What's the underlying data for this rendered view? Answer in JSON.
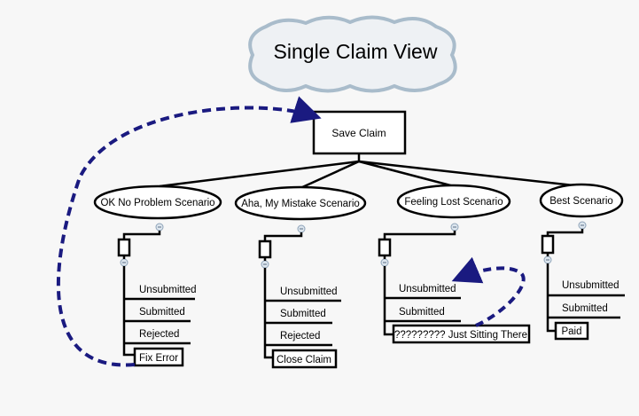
{
  "title": "Single Claim View",
  "root": {
    "label": "Save Claim"
  },
  "scenarios": [
    {
      "label": "OK No Problem Scenario",
      "states": [
        "Unsubmitted",
        "Submitted",
        "Rejected"
      ],
      "action": "Fix Error"
    },
    {
      "label": "Aha, My Mistake Scenario",
      "states": [
        "Unsubmitted",
        "Submitted",
        "Rejected"
      ],
      "action": "Close Claim"
    },
    {
      "label": "Feeling Lost Scenario",
      "states": [
        "Unsubmitted",
        "Submitted"
      ],
      "action": "????????? Just Sitting There"
    },
    {
      "label": "Best Scenario",
      "states": [
        "Unsubmitted",
        "Submitted"
      ],
      "action": "Paid"
    }
  ],
  "colors": {
    "background": "#f7f7f7",
    "cloud_fill": "#eef1f4",
    "cloud_stroke": "#a9bccb",
    "arrow": "#1a1a80",
    "toggle_fill": "#dde6ee",
    "toggle_stroke": "#8ea3b8"
  },
  "icons": {
    "toggle": "minus-circle-icon"
  }
}
